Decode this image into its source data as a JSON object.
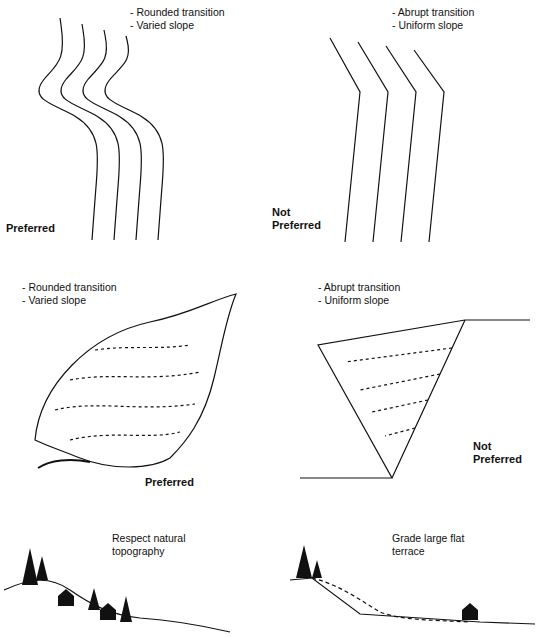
{
  "diagram": {
    "labels": [
      "- Rounded transition",
      "- Varied slope",
      "Preferred",
      "- Abrupt transition",
      "- Uniform slope",
      "Not Preferred",
      "- Rounded transition",
      "- Varied slope",
      "Preferred",
      "- Abrupt transition",
      "- Uniform slope",
      "Not Preferred",
      "Respect natural topography",
      "Grade large flat terrace"
    ]
  }
}
